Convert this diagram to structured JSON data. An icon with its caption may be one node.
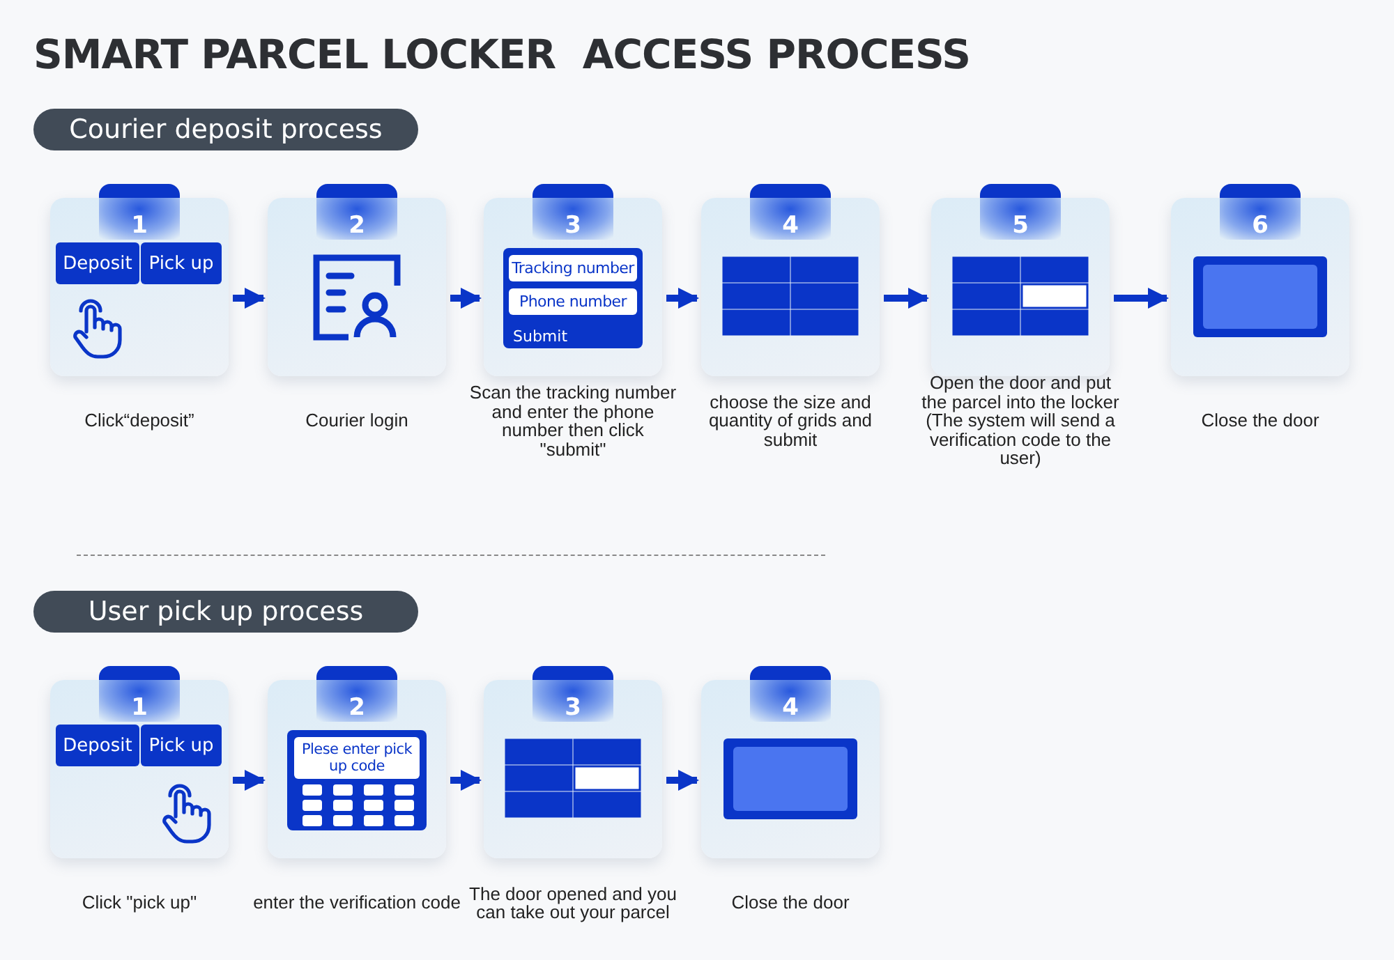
{
  "diagram": {
    "title": "SMART PARCEL LOCKER  ACCESS PROCESS",
    "nodes": [
      {
        "text": [
          "Courier deposit process"
        ]
      },
      {
        "text": [
          "1"
        ],
        "beside": [
          "Click“deposit”"
        ]
      },
      {
        "text": [
          "Deposit"
        ],
        "in": 1
      },
      {
        "text": [
          "Pick up"
        ],
        "in": 1
      },
      {
        "text": [
          "2"
        ],
        "beside": [
          "Courier login"
        ]
      },
      {
        "text": [
          "3"
        ],
        "beside": [
          "Scan the tracking number and enter the phone number then click \"submit\""
        ]
      },
      {
        "text": [
          "Submit"
        ],
        "in": 5
      },
      {
        "text": [
          "Tracking number"
        ],
        "in": 6
      },
      {
        "text": [
          "Phone number"
        ],
        "in": 6
      },
      {
        "text": [
          "4"
        ],
        "beside": [
          "choose the size and quantity of grids and submit"
        ]
      },
      {
        "text": [
          "5"
        ],
        "beside": [
          "Open the door and put the parcel into the locker (The system will send a verification code to the user)"
        ]
      },
      {
        "text": [
          "6"
        ],
        "beside": [
          "Close the door"
        ]
      },
      {
        "text": [
          "User pick up process"
        ]
      },
      {
        "text": [
          "1"
        ],
        "beside": [
          "Click \"pick up\""
        ]
      },
      {
        "text": [
          "Deposit"
        ],
        "in": 13
      },
      {
        "text": [
          "Pick up"
        ],
        "in": 13
      },
      {
        "text": [
          "2"
        ],
        "beside": [
          "enter the verification code"
        ]
      },
      {
        "text": [
          "Plese enter pick up code"
        ],
        "in": 16
      },
      {
        "text": [
          "3"
        ],
        "beside": [
          "The door opened and you can take out your parcel"
        ]
      },
      {
        "text": [
          "4"
        ],
        "beside": [
          "Close the door"
        ]
      }
    ],
    "edges": [
      {
        "from": 1,
        "to": 4,
        "arrow": "to"
      },
      {
        "from": 4,
        "to": 5,
        "arrow": "to"
      },
      {
        "from": 5,
        "to": 9,
        "arrow": "to"
      },
      {
        "from": 9,
        "to": 10,
        "arrow": "to"
      },
      {
        "from": 10,
        "to": 11,
        "arrow": "to"
      },
      {
        "from": 13,
        "to": 16,
        "arrow": "to"
      },
      {
        "from": 16,
        "to": 18,
        "arrow": "to"
      },
      {
        "from": 18,
        "to": 19,
        "arrow": "to"
      }
    ]
  }
}
